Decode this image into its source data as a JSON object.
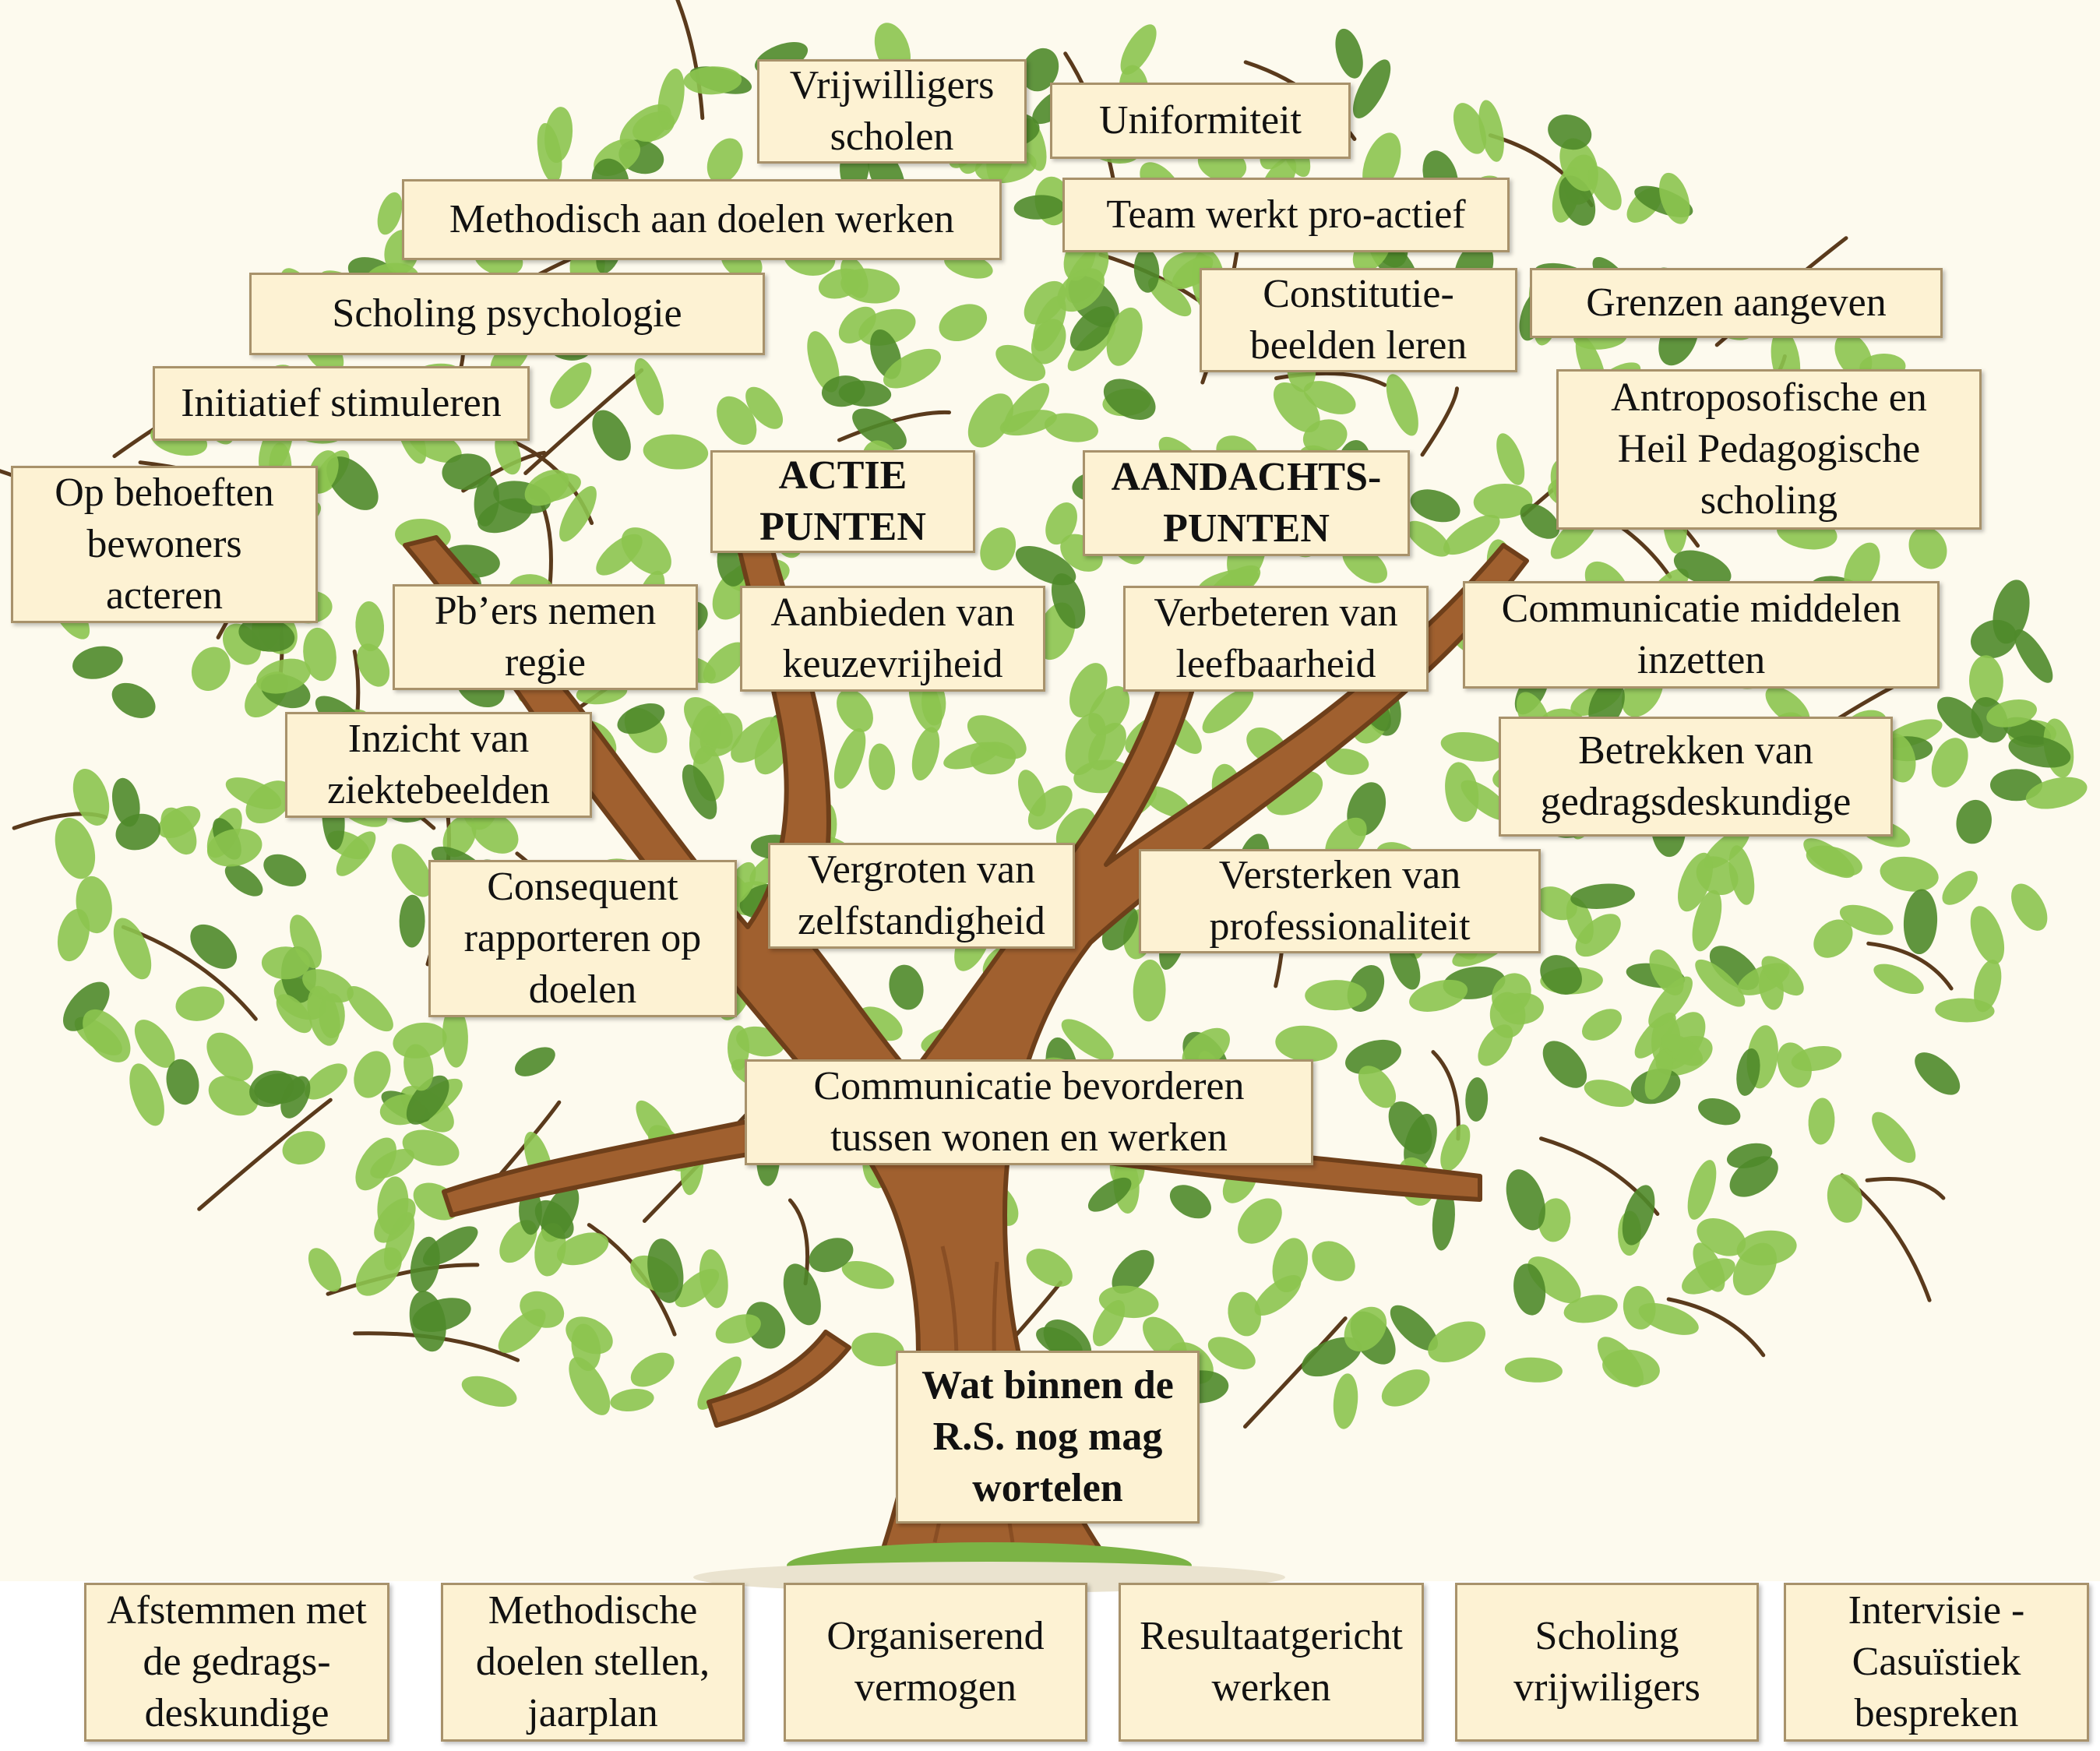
{
  "colors": {
    "background": "#fdfaee",
    "trunk": "#a0602f",
    "trunk_shadow": "#7a431d",
    "leaf": "#8cc44f",
    "leaf_dark": "#4f8a2a",
    "box_fill": "#fdf2d3",
    "box_border": "#a8926b"
  },
  "headings": {
    "actie": "ACTIE\nPUNTEN",
    "aandachts": "AANDACHTS-\nPUNTEN",
    "root": "Wat binnen de\nR.S. nog mag\nwortelen"
  },
  "center": {
    "communicatie": "Communicatie bevorderen\ntussen wonen en werken"
  },
  "left_branch": {
    "vrijwilligers": "Vrijwilligers\nscholen",
    "methodisch": "Methodisch aan doelen werken",
    "scholing_psych": "Scholing psychologie",
    "initiatief": "Initiatief stimuleren",
    "behoeften": "Op behoeften\nbewoners\nacteren",
    "pbers": "Pb’ers nemen\nregie",
    "aanbieden": "Aanbieden van\nkeuzevrijheid",
    "inzicht": "Inzicht van\nziektebeelden",
    "consequent": "Consequent\nrapporteren op\ndoelen",
    "vergroten": "Vergroten van\nzelfstandigheid"
  },
  "right_branch": {
    "uniformiteit": "Uniformiteit",
    "team": "Team werkt pro-actief",
    "constitutie": "Constitutie-\nbeelden leren",
    "grenzen": "Grenzen aangeven",
    "antroposofische": "Antroposofische en\nHeil Pedagogische\nscholing",
    "verbeteren": "Verbeteren van\nleefbaarheid",
    "communicatie_middelen": "Communicatie middelen\ninzetten",
    "betrekken": "Betrekken van\ngedragsdeskundige",
    "versterken": "Versterken van\nprofessionaliteit"
  },
  "roots": {
    "afstemmen": "Afstemmen met\nde gedrags-\ndeskundige",
    "methodische": "Methodische\ndoelen stellen,\njaarplan",
    "organiserend": "Organiserend\nvermogen",
    "resultaatgericht": "Resultaatgericht\nwerken",
    "scholing_vrij": "Scholing\nvrijwiligers",
    "intervisie": "Intervisie -\nCasuïstiek\nbespreken"
  }
}
